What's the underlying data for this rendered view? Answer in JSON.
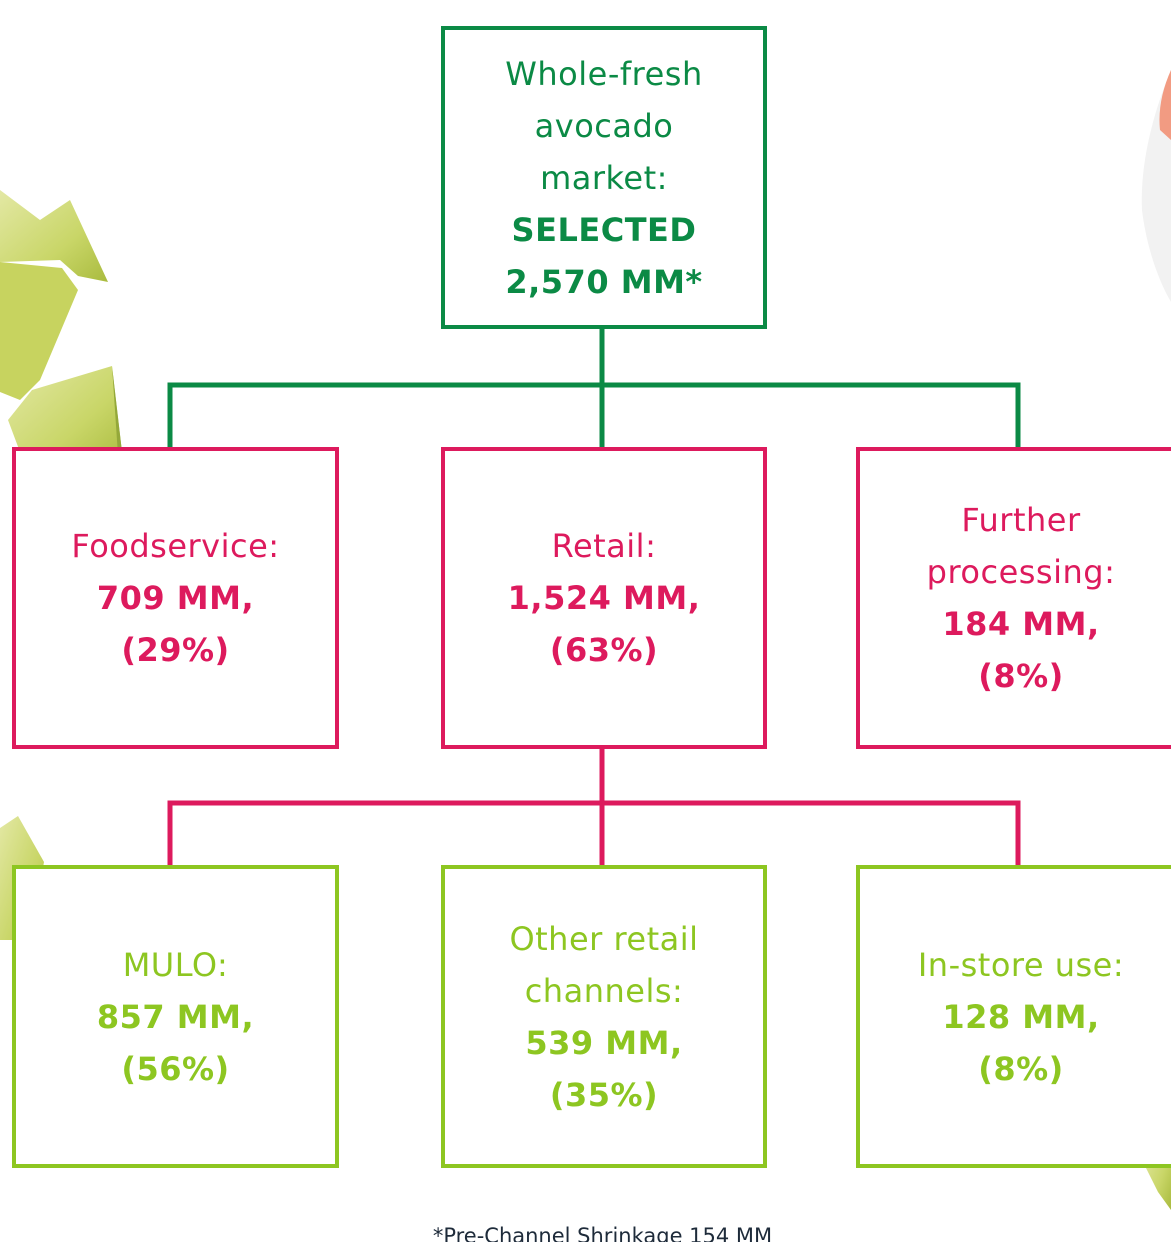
{
  "colors": {
    "market": "#0b8a45",
    "channel": "#dd1a5d",
    "retail_channel": "#8dc621",
    "footnote": "#1e2b3a"
  },
  "root": {
    "label_lines": [
      "Whole-fresh",
      "avocado",
      "market:"
    ],
    "value_lines": [
      "SELECTED",
      "2,570 MM*"
    ]
  },
  "channels": [
    {
      "label_lines": [
        "Foodservice:"
      ],
      "value_lines": [
        "709 MM,",
        "(29%)"
      ]
    },
    {
      "label_lines": [
        "Retail:"
      ],
      "value_lines": [
        "1,524 MM,",
        "(63%)"
      ]
    },
    {
      "label_lines": [
        "Further",
        "processing:"
      ],
      "value_lines": [
        "184 MM,",
        "(8%)"
      ]
    }
  ],
  "retail_channels": [
    {
      "label_lines": [
        "MULO:"
      ],
      "value_lines": [
        "857 MM,",
        "(56%)"
      ]
    },
    {
      "label_lines": [
        "Other retail",
        "channels:"
      ],
      "value_lines": [
        "539 MM,",
        "(35%)"
      ]
    },
    {
      "label_lines": [
        "In-store use:"
      ],
      "value_lines": [
        "128 MM,",
        "(8%)"
      ]
    }
  ],
  "footnote": "*Pre-Channel Shrinkage 154 MM"
}
